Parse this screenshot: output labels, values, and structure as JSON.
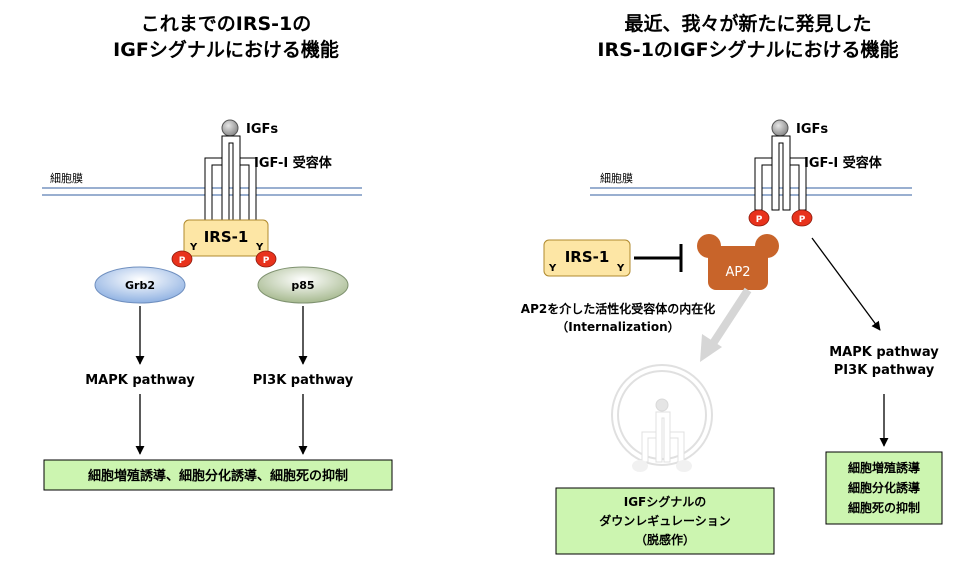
{
  "left": {
    "title_line1": "これまでのIRS-1の",
    "title_line2": "IGFシグナルにおける機能",
    "igfs": "IGFs",
    "receptor": "IGF-I 受容体",
    "membrane": "細胞膜",
    "irs1": "IRS-1",
    "y_left": "Y",
    "y_right": "Y",
    "p": "P",
    "grb2": "Grb2",
    "p85": "p85",
    "mapk": "MAPK pathway",
    "pi3k": "PI3K pathway",
    "result": "細胞増殖誘導、細胞分化誘導、細胞死の抑制"
  },
  "right": {
    "title_line1": "最近、我々が新たに発見した",
    "title_line2": "IRS-1のIGFシグナルにおける機能",
    "igfs": "IGFs",
    "receptor": "IGF-I 受容体",
    "membrane": "細胞膜",
    "p": "P",
    "irs1": "IRS-1",
    "y_left": "Y",
    "y_right": "Y",
    "ap2": "AP2",
    "internalization_line1": "AP2を介した活性化受容体の内在化",
    "internalization_line2": "（Internalization）",
    "mapk": "MAPK pathway",
    "pi3k": "PI3K pathway",
    "result_line1": "細胞増殖誘導",
    "result_line2": "細胞分化誘導",
    "result_line3": "細胞死の抑制",
    "desens_line1": "IGFシグナルの",
    "desens_line2": "ダウンレギュレーション",
    "desens_line3": "（脱感作）"
  },
  "colors": {
    "irs_box": "#fde6a5",
    "result_box": "#ccf5b0",
    "phospho": "#e8321c",
    "ap2": "#c8642a",
    "grb2": "#a8c4ea",
    "p85": "#c4d2b4",
    "membrane": "#5c7fb4"
  }
}
